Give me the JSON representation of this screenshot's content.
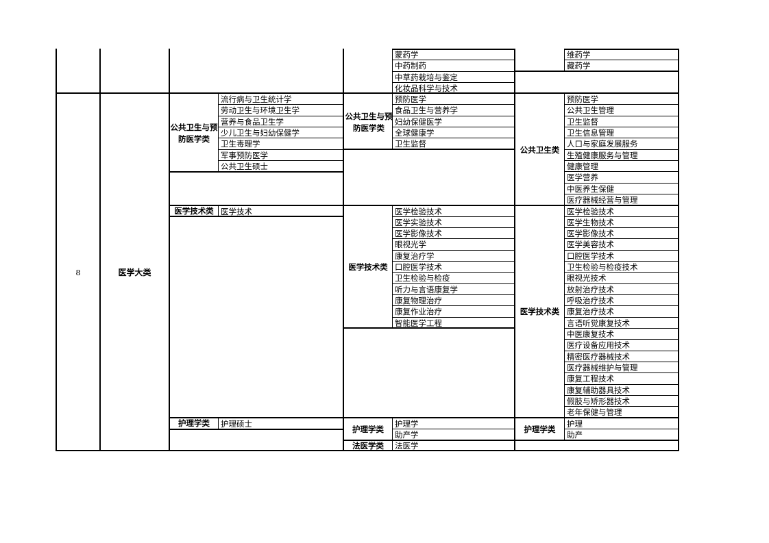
{
  "row": {
    "index": "8",
    "major_category": "医学大类"
  },
  "top_partial": {
    "col3_items": [
      "蒙药学",
      "中药制药",
      "中草药栽培与鉴定",
      "化妆品科学与技术"
    ],
    "col5_items": [
      "维药学",
      "藏药学"
    ]
  },
  "public_health": {
    "col1_category": "公共卫生与预防医学类",
    "col1_items": [
      "流行病与卫生统计学",
      "劳动卫生与环境卫生学",
      "营养与食品卫生学",
      "少儿卫生与妇幼保健学",
      "卫生毒理学",
      "军事预防医学",
      "公共卫生硕士"
    ],
    "col2_category": "公共卫生与预防医学类",
    "col2_items": [
      "预防医学",
      "食品卫生与营养学",
      "妇幼保健医学",
      "全球健康学",
      "卫生监督"
    ],
    "col3_category": "公共卫生类",
    "col3_items": [
      "预防医学",
      "公共卫生管理",
      "卫生监督",
      "卫生信息管理",
      "人口与家庭发展服务",
      "生殖健康服务与管理",
      "健康管理",
      "医学营养",
      "中医养生保健",
      "医疗器械经营与管理"
    ]
  },
  "medical_tech": {
    "col1_category": "医学技术类",
    "col1_items": [
      "医学技术"
    ],
    "col2_category": "医学技术类",
    "col2_items": [
      "医学检验技术",
      "医学实验技术",
      "医学影像技术",
      "眼视光学",
      "康复治疗学",
      "口腔医学技术",
      "卫生检验与检疫",
      "听力与言语康复学",
      "康复物理治疗",
      "康复作业治疗",
      "智能医学工程"
    ],
    "col3_category": "医学技术类",
    "col3_items": [
      "医学检验技术",
      "医学生物技术",
      "医学影像技术",
      "医学美容技术",
      "口腔医学技术",
      "卫生检验与检疫技术",
      "眼视光技术",
      "放射治疗技术",
      "呼吸治疗技术",
      "康复治疗技术",
      "言语听觉康复技术",
      "中医康复技术",
      "医疗设备应用技术",
      "精密医疗器械技术",
      "医疗器械维护与管理",
      "康复工程技术",
      "康复辅助器具技术",
      "假肢与矫形器技术",
      "老年保健与管理"
    ]
  },
  "nursing": {
    "col1_category": "护理学类",
    "col1_items": [
      "护理硕士"
    ],
    "col2_category": "护理学类",
    "col2_items": [
      "护理学",
      "助产学"
    ],
    "col3_category": "护理学类",
    "col3_items": [
      "护理",
      "助产"
    ]
  },
  "forensic": {
    "col2_category": "法医学类",
    "col2_items": [
      "法医学"
    ]
  }
}
